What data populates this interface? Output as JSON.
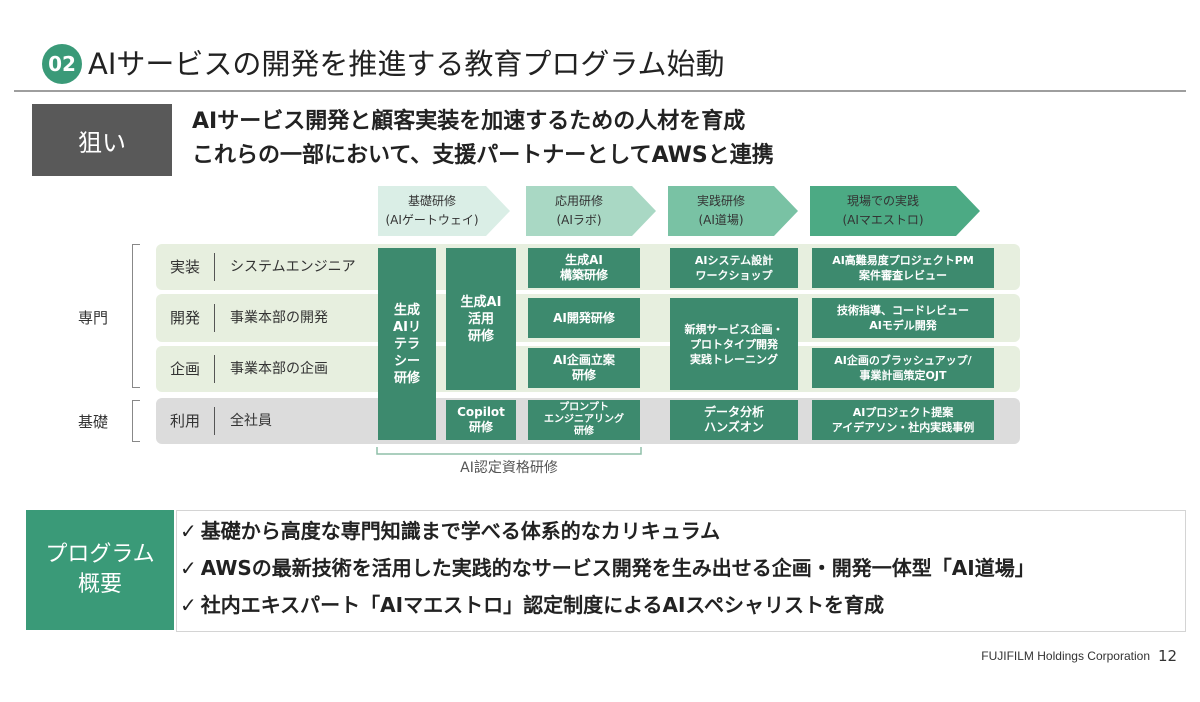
{
  "header": {
    "number": "02",
    "title": "AIサービスの開発を推進する教育プログラム始動"
  },
  "aim": {
    "label": "狙い",
    "lines": [
      "AIサービス開発と顧客実装を加速するための人材を育成",
      "これらの一部において、支援パートナーとしてAWSと連携"
    ]
  },
  "stages": [
    {
      "name": "基礎研修",
      "sub": "(AIゲートウェイ)",
      "color": "#daeee6"
    },
    {
      "name": "応用研修",
      "sub": "(AIラボ)",
      "color": "#a9d8c4"
    },
    {
      "name": "実践研修",
      "sub": "(AI道場)",
      "color": "#79c2a4"
    },
    {
      "name": "現場での実践",
      "sub": "(AIマエストロ)",
      "color": "#4caa84"
    }
  ],
  "rows": [
    {
      "category": "実装",
      "target": "システムエンジニア"
    },
    {
      "category": "開発",
      "target": "事業本部の開発"
    },
    {
      "category": "企画",
      "target": "事業本部の企画"
    },
    {
      "category": "利用",
      "target": "全社員"
    }
  ],
  "side_labels": {
    "specialist": "専門",
    "basic": "基礎"
  },
  "cells": {
    "literacy": "生成\nAIリ\nテラ\nシー\n研修",
    "genai_use": "生成AI\n活用\n研修",
    "copilot": "Copilot\n研修",
    "genai_build": "生成AI\n構築研修",
    "ai_dev": "AI開発研修",
    "ai_plan": "AI企画立案\n研修",
    "prompt": "プロンプト\nエンジニアリング\n研修",
    "ai_system_ws": "AIシステム設計\nワークショップ",
    "new_service": "新規サービス企画・\nプロトタイプ開発\n実践トレーニング",
    "data_analysis": "データ分析\nハンズオン",
    "advanced_pm": "AI高難易度プロジェクトPM\n案件審査レビュー",
    "tech_guidance": "技術指導、コードレビュー\nAIモデル開発",
    "brushup": "AI企画のブラッシュアップ/\n事業計画策定OJT",
    "project_proposal": "AIプロジェクト提案\nアイデアソン・社内実践事例"
  },
  "certification_label": "AI認定資格研修",
  "program": {
    "label": "プログラム\n概要",
    "check": "✓",
    "points": [
      "基礎から高度な専門知識まで学べる体系的なカリキュラム",
      "AWSの最新技術を活用した実践的なサービス開発を生み出せる企画・開発一体型「AI道場」",
      "社内エキスパート「AIマエストロ」認定制度によるAIスペシャリストを育成"
    ]
  },
  "footer": {
    "company": "FUJIFILM Holdings Corporation",
    "page": "12"
  }
}
